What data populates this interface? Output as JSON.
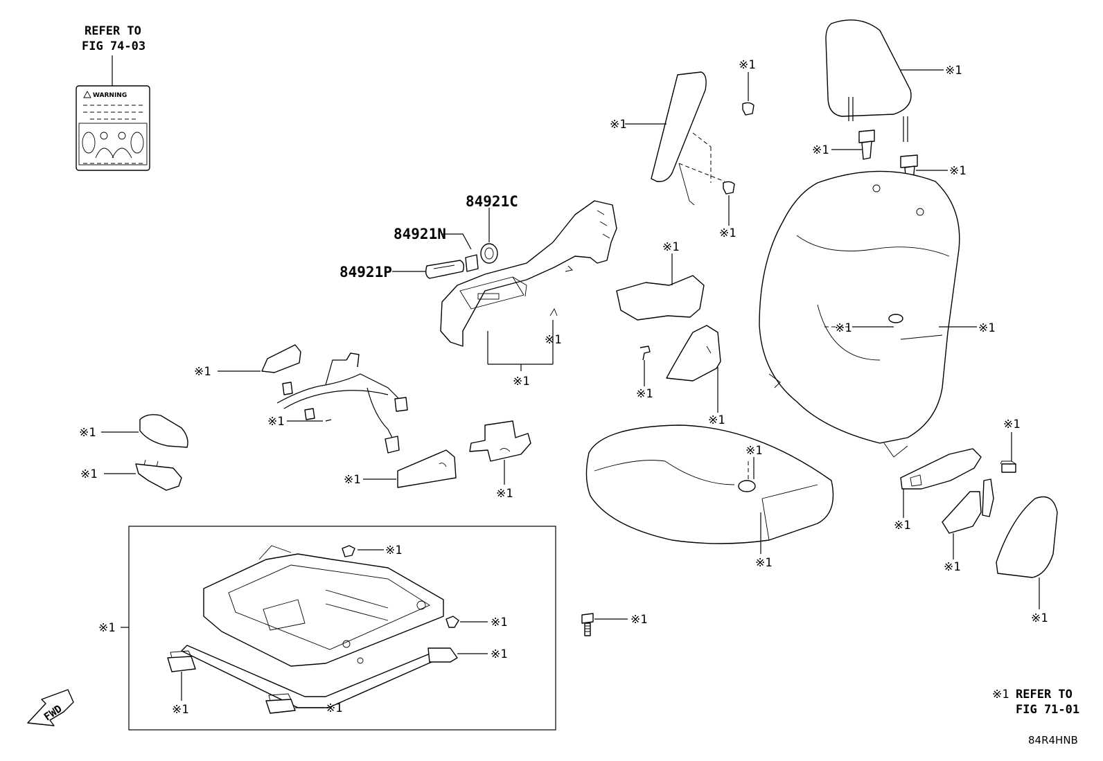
{
  "refer_top": {
    "line1": "REFER TO",
    "line2": "FIG 74-03"
  },
  "warning_label": {
    "title": "WARNING"
  },
  "part_numbers": {
    "p84921C": "84921C",
    "p84921N": "84921N",
    "p84921P": "84921P"
  },
  "ref_mark": "※1",
  "footer": {
    "ref_mark": "※1",
    "line1": "REFER TO",
    "line2": "FIG 71-01",
    "code": "84R4HNB"
  },
  "fwd": "FWD"
}
